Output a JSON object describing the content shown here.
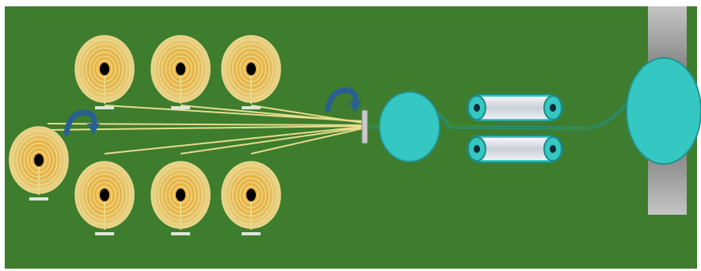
{
  "diagram": {
    "colors": {
      "background": "#3d7d2d",
      "frame": "#ffffff",
      "coil_ring": "#e8d98a",
      "coil_core": "#e6ad3c",
      "coil_hub": "#000000",
      "thread": "#e8dc8e",
      "arrow": "#2a5f92",
      "drum": "#35c7c2",
      "drum_outline": "#23938f",
      "roller_fill": "#e2e6ea",
      "pillar": "#9a9a9a",
      "guide_bar": "#c9c9c9"
    },
    "components": {
      "supply_coils": {
        "count": 7,
        "icon": "concentric-coil-icon"
      },
      "rotation_arrows": {
        "count": 2,
        "icon": "curved-arrow-icon"
      },
      "guide": {
        "icon": "guide-bar-icon"
      },
      "feed_drum": {
        "icon": "drum-icon"
      },
      "rollers": {
        "count": 2,
        "icon": "roller-icon"
      },
      "takeup_drum": {
        "icon": "drum-icon"
      },
      "support_pillar": {
        "icon": "pillar-icon"
      }
    }
  }
}
